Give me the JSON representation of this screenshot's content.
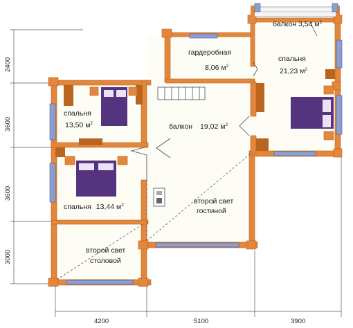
{
  "rooms": [
    {
      "name": "балкон",
      "area": "3,54",
      "unit": "м"
    },
    {
      "name": "гардеробная",
      "area": "8,06",
      "unit": "м"
    },
    {
      "name": "спальня",
      "area": "21,23",
      "unit": "м"
    },
    {
      "name": "спальня",
      "area": "13,50",
      "unit": "м"
    },
    {
      "name": "балкон",
      "area": "19,02",
      "unit": "м"
    },
    {
      "name": "спальня",
      "area": "13,44",
      "unit": "м"
    }
  ],
  "second_light": [
    {
      "line1": "второй свет",
      "line2": "гостиной"
    },
    {
      "line1": "второй свет",
      "line2": "столовой"
    }
  ],
  "area_superscript": "2",
  "dimensions": {
    "bottom": [
      "4200",
      "5100",
      "3900"
    ],
    "left": [
      "2400",
      "3600",
      "3600",
      "3000"
    ]
  },
  "colors": {
    "wall": "#e3873c",
    "wall_dark": "#b9651f",
    "window": "#8c9fd2",
    "bed": "#54347f",
    "pillow": "#ece2f3",
    "dim_line": "#555555"
  }
}
